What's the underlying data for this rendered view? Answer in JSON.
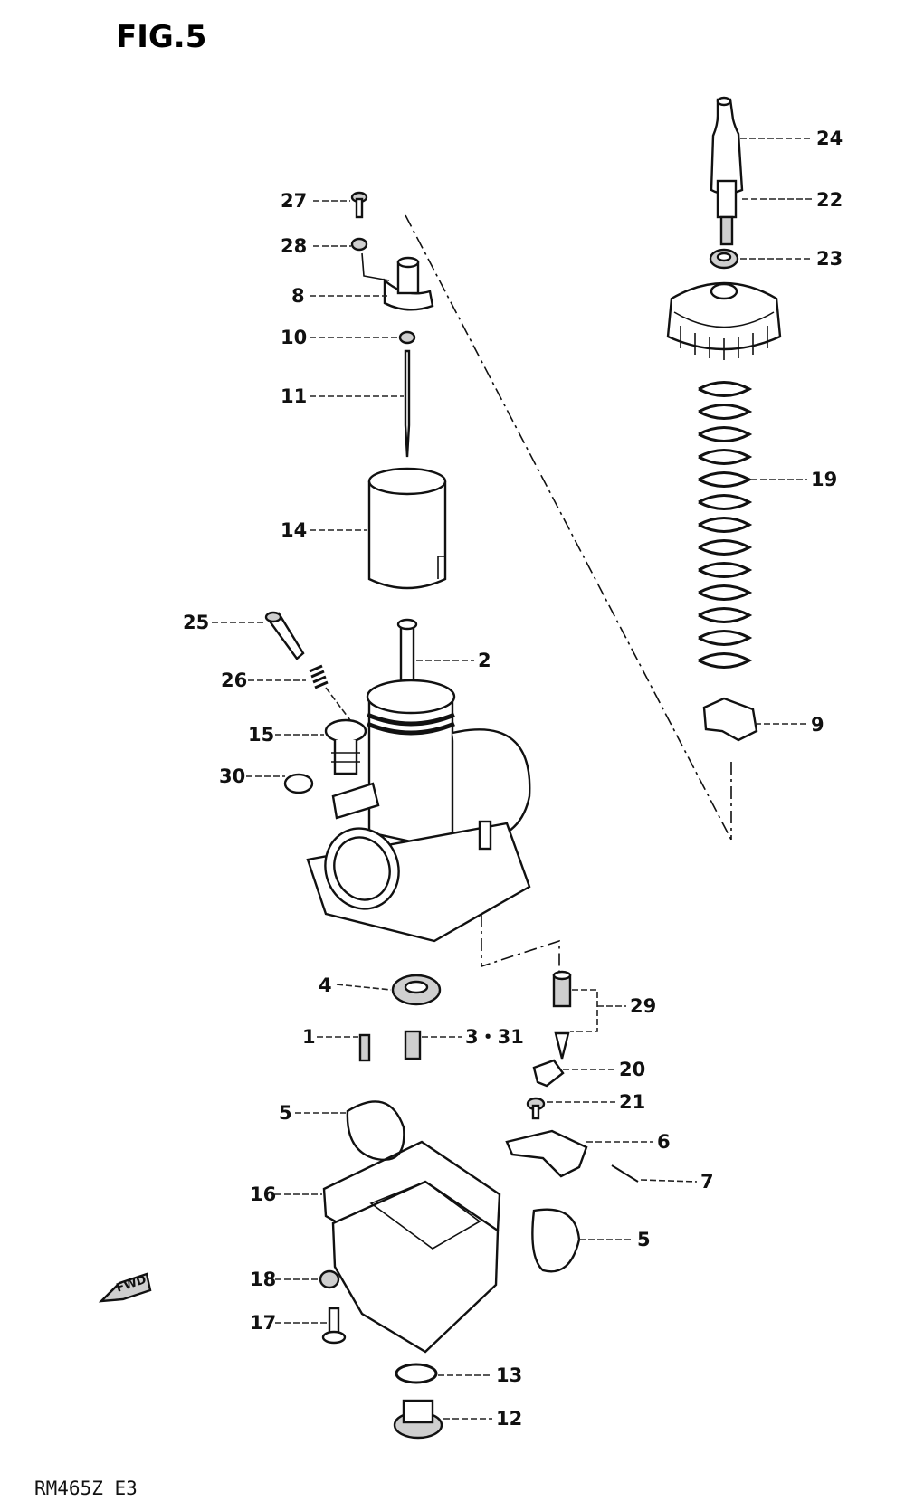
{
  "figure": {
    "title": "FIG.5",
    "footer_code": "RM465Z E3",
    "arrow_label": "FWD"
  },
  "parts": [
    {
      "id": "24",
      "label": "24"
    },
    {
      "id": "22",
      "label": "22"
    },
    {
      "id": "23",
      "label": "23"
    },
    {
      "id": "19",
      "label": "19"
    },
    {
      "id": "9",
      "label": "9"
    },
    {
      "id": "27",
      "label": "27"
    },
    {
      "id": "28",
      "label": "28"
    },
    {
      "id": "8",
      "label": "8"
    },
    {
      "id": "10",
      "label": "10"
    },
    {
      "id": "11",
      "label": "11"
    },
    {
      "id": "14",
      "label": "14"
    },
    {
      "id": "25",
      "label": "25"
    },
    {
      "id": "2",
      "label": "2"
    },
    {
      "id": "26",
      "label": "26"
    },
    {
      "id": "15",
      "label": "15"
    },
    {
      "id": "30",
      "label": "30"
    },
    {
      "id": "4",
      "label": "4"
    },
    {
      "id": "29",
      "label": "29"
    },
    {
      "id": "1",
      "label": "1"
    },
    {
      "id": "3-31",
      "label": "3・31"
    },
    {
      "id": "20",
      "label": "20"
    },
    {
      "id": "21",
      "label": "21"
    },
    {
      "id": "5a",
      "label": "5"
    },
    {
      "id": "6",
      "label": "6"
    },
    {
      "id": "7",
      "label": "7"
    },
    {
      "id": "16",
      "label": "16"
    },
    {
      "id": "5b",
      "label": "5"
    },
    {
      "id": "18",
      "label": "18"
    },
    {
      "id": "17",
      "label": "17"
    },
    {
      "id": "13",
      "label": "13"
    },
    {
      "id": "12",
      "label": "12"
    }
  ]
}
